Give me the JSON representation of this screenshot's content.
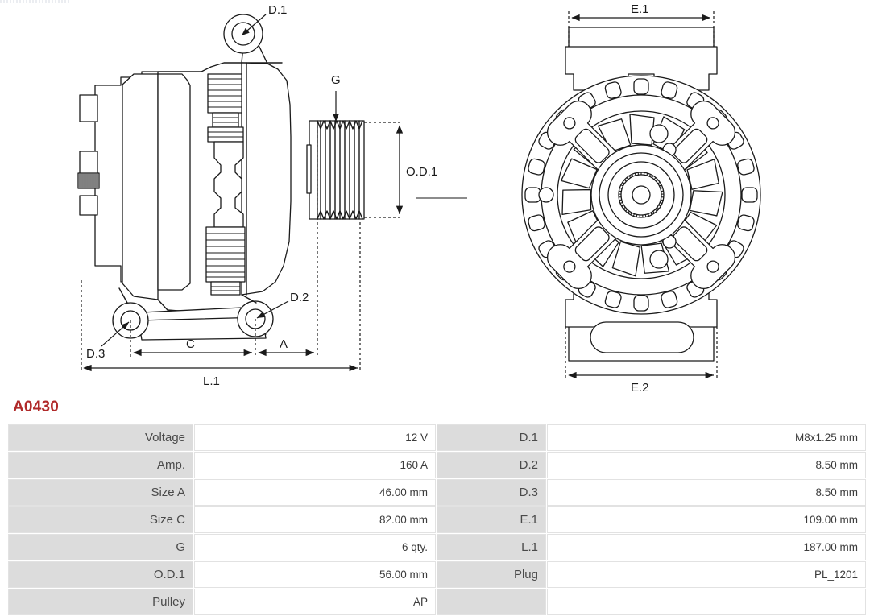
{
  "part_number": "A0430",
  "theme": {
    "title_color": "#b02a2a",
    "label_cell_bg": "#dcdcdc",
    "value_cell_bg": "#ffffff",
    "line_color": "#1a1a1a",
    "text_color": "#3c3c3c"
  },
  "drawings": {
    "side_view": {
      "name": "alternator-side-view",
      "callouts": [
        {
          "id": "D.1",
          "label": "D.1"
        },
        {
          "id": "D.2",
          "label": "D.2"
        },
        {
          "id": "D.3",
          "label": "D.3"
        },
        {
          "id": "G",
          "label": "G"
        },
        {
          "id": "OD1",
          "label": "O.D.1"
        },
        {
          "id": "A",
          "label": "A"
        },
        {
          "id": "C",
          "label": "C"
        },
        {
          "id": "L1",
          "label": "L.1"
        }
      ],
      "pulley_grooves": 6
    },
    "front_view": {
      "name": "alternator-front-view",
      "callouts": [
        {
          "id": "E.1",
          "label": "E.1"
        },
        {
          "id": "E.2",
          "label": "E.2"
        }
      ]
    }
  },
  "spec_table": {
    "name": "specifications-table",
    "rows": [
      {
        "l1": "Voltage",
        "v1": "12 V",
        "l2": "D.1",
        "v2": "M8x1.25 mm"
      },
      {
        "l1": "Amp.",
        "v1": "160 A",
        "l2": "D.2",
        "v2": "8.50 mm"
      },
      {
        "l1": "Size A",
        "v1": "46.00 mm",
        "l2": "D.3",
        "v2": "8.50 mm"
      },
      {
        "l1": "Size C",
        "v1": "82.00 mm",
        "l2": "E.1",
        "v2": "109.00 mm"
      },
      {
        "l1": "G",
        "v1": "6 qty.",
        "l2": "L.1",
        "v2": "187.00 mm"
      },
      {
        "l1": "O.D.1",
        "v1": "56.00 mm",
        "l2": "Plug",
        "v2": "PL_1201"
      },
      {
        "l1": "Pulley",
        "v1": "AP",
        "l2": "",
        "v2": ""
      }
    ]
  }
}
